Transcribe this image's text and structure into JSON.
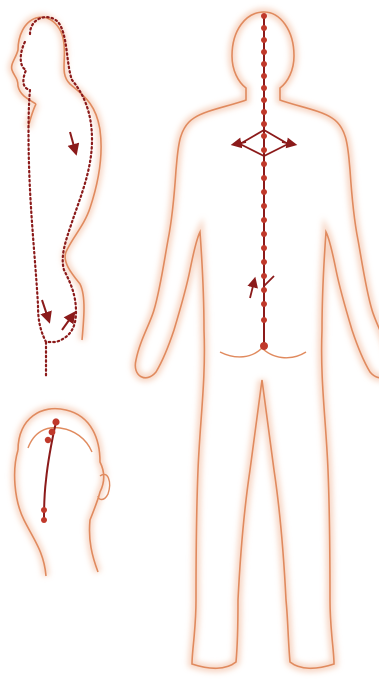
{
  "colors": {
    "background": "#ffffff",
    "skin_glow": "#f6d2bf",
    "body_outline": "#e08a5e",
    "meridian": "#8b1a1a",
    "acupoint": "#c0392b"
  },
  "views": [
    {
      "id": "side-view",
      "icon": "human-side-profile",
      "path_style": "dotted"
    },
    {
      "id": "head-top-view",
      "icon": "head-back-top",
      "path_style": "solid-with-points"
    },
    {
      "id": "back-view",
      "icon": "human-back-full",
      "path_style": "solid-with-points"
    }
  ]
}
